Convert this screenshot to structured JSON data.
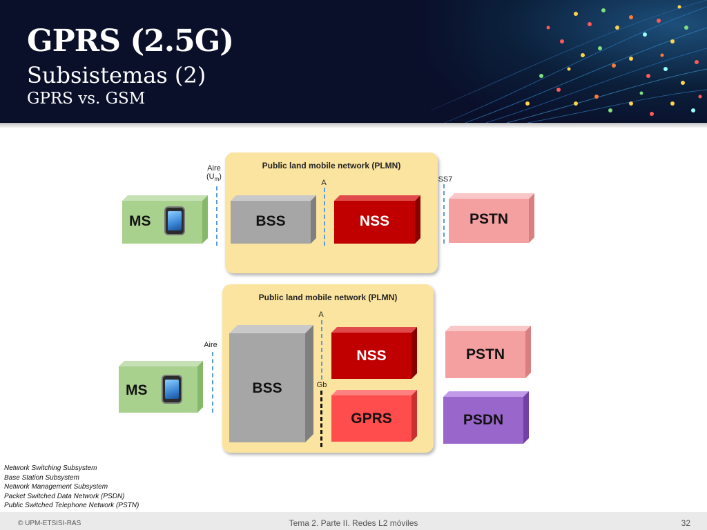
{
  "header": {
    "title": "GPRS (2.5G)",
    "subtitle": "Subsistemas (2)",
    "subtitle2": "GPRS vs. GSM"
  },
  "diagram_top": {
    "plmn_label": "Public land mobile network (PLMN)",
    "air_label_line1": "Aire",
    "air_label_line2": "(U",
    "air_label_sub": "m",
    "air_label_close": ")",
    "a_label": "A",
    "ss7_label": "SS7",
    "ms": "MS",
    "bss": "BSS",
    "nss": "NSS",
    "pstn": "PSTN"
  },
  "diagram_bottom": {
    "plmn_label": "Public land mobile network (PLMN)",
    "air_label": "Aire",
    "a_label": "A",
    "gb_label": "Gb",
    "ms": "MS",
    "bss": "BSS",
    "nss": "NSS",
    "gprs": "GPRS",
    "pstn": "PSTN",
    "psdn": "PSDN"
  },
  "glossary": [
    "Network Switching Subsystem",
    "Base Station Subsystem",
    "Network Management Subsystem",
    "Packet Switched Data Network (PSDN)",
    "Public Switched Telephone Network (PSTN)"
  ],
  "footer": {
    "copyright": "© UPM-ETSISI-RAS",
    "center": "Tema 2. Parte II. Redes L2 móviles",
    "page": "32"
  },
  "colors": {
    "ms": "#a9d18e",
    "bss": "#a6a6a6",
    "nss": "#c00000",
    "pstn": "#f4a0a0",
    "gprs": "#ff4c4c",
    "psdn": "#9966cc",
    "plmn": "#fbe49f"
  }
}
